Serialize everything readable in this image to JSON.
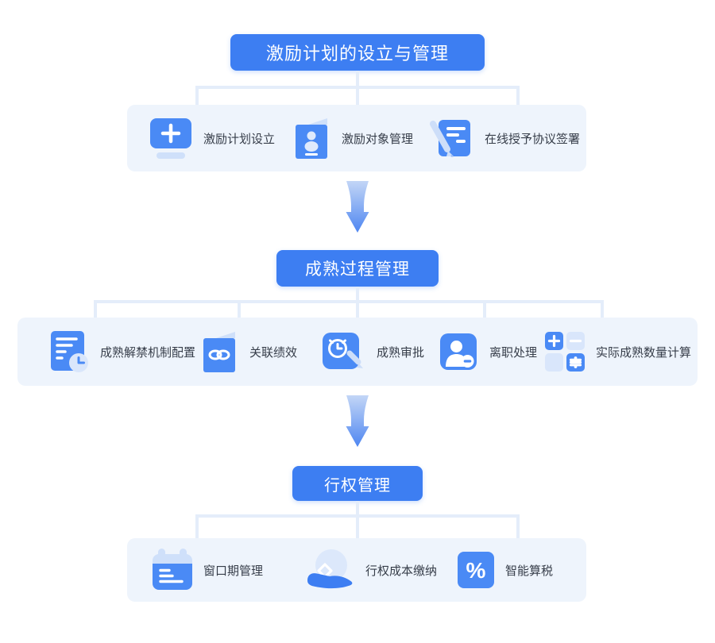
{
  "palette": {
    "header_blue": "#3d7ef2",
    "icon_blue": "#4a8af5",
    "icon_light_blue": "#cfe0fa",
    "badge_light_blue": "#d9e6fb",
    "row_background": "#eef4fc",
    "connector_line": "#e4edfa",
    "label_text": "#363d49",
    "arrow_gradient_top": "#c3d6f6",
    "arrow_gradient_bottom": "#4e86f1"
  },
  "stages": [
    {
      "title": "激励计划的设立与管理",
      "items": [
        {
          "label": "激励计划设立",
          "icon": "plus-screen-icon"
        },
        {
          "label": "激励对象管理",
          "icon": "person-book-icon"
        },
        {
          "label": "在线授予协议签署",
          "icon": "pen-document-icon"
        }
      ]
    },
    {
      "title": "成熟过程管理",
      "items": [
        {
          "label": "成熟解禁机制配置",
          "icon": "document-clock-icon"
        },
        {
          "label": "关联绩效",
          "icon": "link-book-icon"
        },
        {
          "label": "成熟审批",
          "icon": "clock-pen-icon"
        },
        {
          "label": "离职处理",
          "icon": "person-minus-icon"
        },
        {
          "label": "实际成熟数量计算",
          "icon": "calculator-grid-icon"
        }
      ]
    },
    {
      "title": "行权管理",
      "items": [
        {
          "label": "窗口期管理",
          "icon": "calendar-icon"
        },
        {
          "label": "行权成本缴纳",
          "icon": "coin-hand-icon"
        },
        {
          "label": "智能算税",
          "icon": "percent-icon"
        }
      ]
    }
  ]
}
